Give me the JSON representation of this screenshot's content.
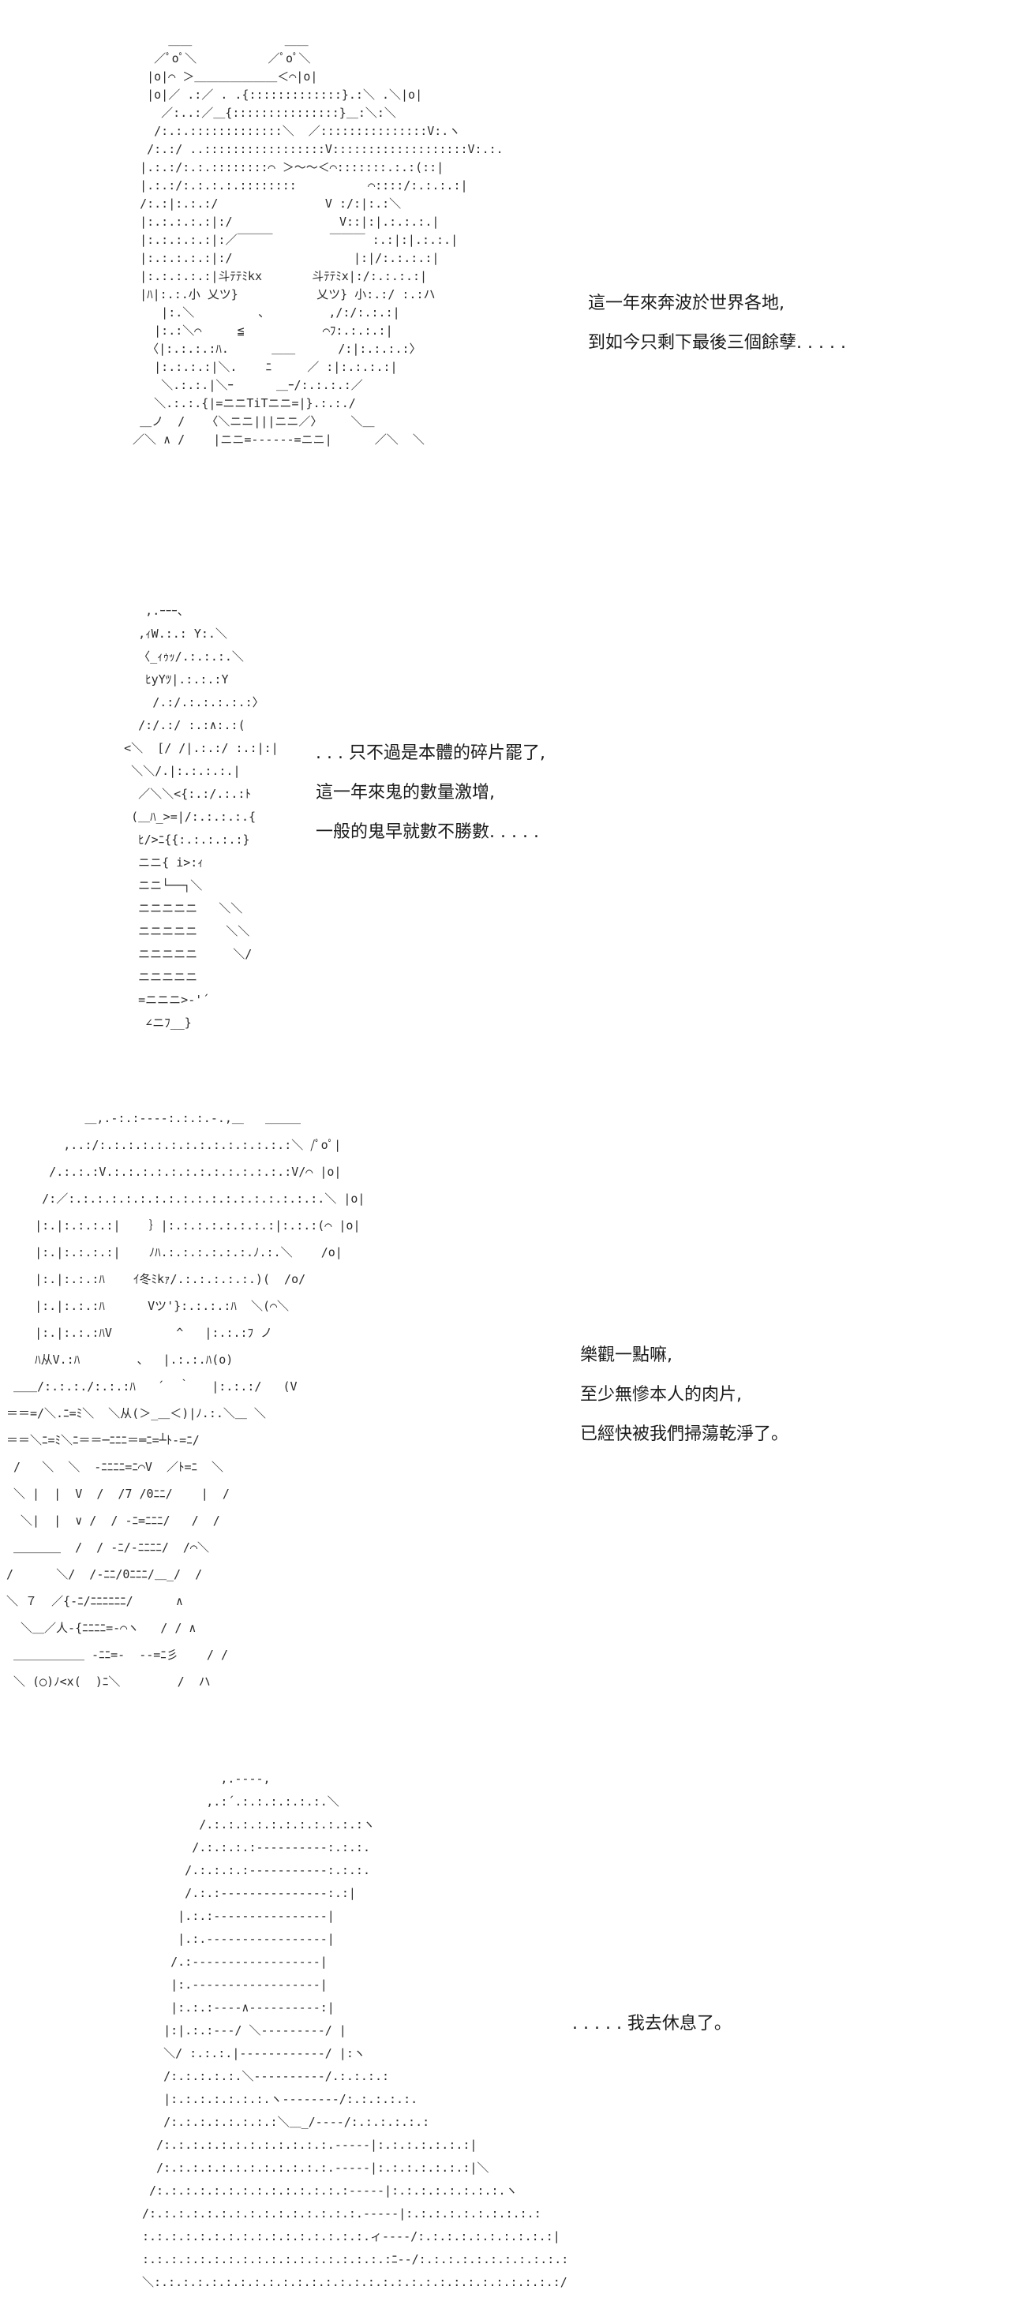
{
  "panels": [
    {
      "art": "       ＿＿             ＿＿\n     ／ﾟoﾟ＼          ／ﾟoﾟ＼\n    |o|⌒ ＞＿＿＿＿＿＿＿＜⌒|o|\n    |o|／ .:／ . .{:::::::::::::}.:＼ .＼|o|\n      ／:..:／＿{:::::::::::::::}＿:＼:＼\n     /:.:.:::::::::::::＼  ／:::::::::::::::V:.ヽ\n    /:.:/ ..:::::::::::::::::V:::::::::::::::::::V:.:.\n   |.:.:/:.:.::::::::⌒ ＞～～＜⌒:::::::.:.:(::|\n   |.:.:/:.:.:.:.::::::::          ⌒::::/:.:.:.:|\n   /:.:|:.:.:/               V :/:|:.:＼\n   |:.:.:.:.:|:/               V::|:|.:.:.:.|\n   |:.:.:.:.:|:／￣￣￣        ￣￣￣ :.:|:|.:.:.|\n   |:.:.:.:.:|:/                 |:|/:.:.:.:|\n   |:.:.:.:.:|斗ﾃﾃﾐkx       斗ﾃﾃﾐx|:/:.:.:.:|\n   |ﾊ|:.:.小 乂ツ}           乂ツ} 小:.:/ :.:ハ\n      |:.＼         ､         ,/:/:.:.:|\n     |:.:＼⌒     ≦           ⌒ﾌ:.:.:.:|\n    〈|:.:.:.:ﾊ.      ＿＿      /:|:.:.:.:〉\n     |:.:.:.:|＼.    ﾆ     ／ :|:.:.:.:|\n      ＼.:.:.|＼ｰ      ＿ｰ/:.:.:.:／\n     ＼.:.:.{|=ニニTiTニニ=|}.:.:./\n   ＿ノ  /   〈＼ニニ|||ニニ／〉    ＼＿\n  ／＼ ∧ /    |ニニ=‐‐‐‐‐‐=ニニ|      ／＼  ＼",
      "art_font": 15,
      "lines": [
        "這一年來奔波於世界各地,",
        "到如今只剩下最後三個餘孽. . . . ."
      ]
    },
    {
      "art": "      ,.ｰｰｰ、\n     ,ｨW.:.: Y:.＼\n     〈_ｨｩｯ/.:.:.:.＼\n      ﾋyYﾂ|.:.:.:Y\n       /.:/.:.:.:.:.:〉\n     /:/.:/ :.:∧:.:(\n   <＼  [/ /|.:.:/ :.:|:|\n    ＼＼/.|:.:.:.:.|\n     ／＼＼<{:.:/.:.:ﾄ\n    (＿ﾊ_>=|/:.:.:.:.{\n     ﾋ/>ﾆ{{:.:.:.:.:}\n     ニニ{ i>:ｨ\n     ニニ└──┐＼\n     ニニニニニ   ＼＼\n     ニニニニニ    ＼＼\n     ニニニニニ     ＼/\n     ニニニニニ\n     =ニニニ>‐'´\n      ∠ニﾌ__}",
      "art_font": 15,
      "lines": [
        ". . . 只不過是本體的碎片罷了,",
        "這一年來鬼的數量激增,",
        "一般的鬼早就數不勝數. . . . ."
      ]
    },
    {
      "art": "           ＿,.-:.:-‐‐‐:.:.:.-.,＿   ＿＿＿\n        ,..:/:.:.:.:.:.:.:.:.:.:.:.:.:.:＼ /ﾟoﾟ|\n      /.:.:.:V.:.:.:.:.:.:.:.:.:.:.:.:.:V/⌒ |o|\n     /:／:.:.:.:.:.:.:.:.:.:.:.:.:.:.:.:.:.:.＼ |o|\n    |:.|:.:.:.:|    ｝|:.:.:.:.:.:.:.:|:.:.:(⌒ |o|\n    |:.|:.:.:.:|    ﾉﾊ.:.:.:.:.:.:.ﾉ.:.＼    /o|\n    |:.|:.:.:ﾊ    ｲ冬ﾐkｧ/.:.:.:.:.:.)(  /o/\n    |:.|:.:.:ﾊ      Vツ'}:.:.:.:ﾊ  ＼(⌒＼\n    |:.|:.:.:ﾊV         ^   |:.:.:ﾌ ノ\n    ﾊ从V.:ﾊ        、  |.:.:.ﾊ(o)\n ＿＿/:.:.:./:.:.:ﾊ   ´  ｀   |:.:.:/   (V\n＝＝=/＼.ﾆ=ﾐ＼  ＼从(＞_＿＜)|ﾉ.:.＼＿ ＼\n＝＝＼ﾆ=ﾐ＼ﾆ＝＝─ﾆﾆﾆ＝═ﾆ=┴ﾄ-=ﾆ/\n /   ＼  ＼  -ﾆﾆﾆﾆ=ﾆ⌒V  ／ﾄ=ﾆ  ＼\n ＼ |  |  V  /  /7 /0ﾆﾆ/    |  /\n  ＼|  |  ∨ /  / -ﾆ=ﾆﾆﾆ/   /  /\n ＿＿＿＿  /  / -ﾆ/-ﾆﾆﾆﾆ/  /⌒＼\n/      ＼/  /-ﾆﾆ/0ﾆﾆﾆ/＿_/  /\n＼ ７  ／{-ﾆ/ﾆﾆﾆﾆﾆﾆ/      ∧\n  ＼＿／人-{ﾆﾆﾆﾆ=-⌒ヽ   / / ∧\n ＿＿＿＿＿＿ -ﾆﾆ=-  -‐=ﾆ彡    / /\n ＼ (◯)ﾉ<x(  )ﾆ＼        /  ハ",
      "art_font": 15,
      "lines": [
        "樂觀一點嘛,",
        "至少無慘本人的肉片,",
        "已經快被我們掃蕩乾淨了。"
      ]
    },
    {
      "art": "           ,.-‐‐-,\n         ,.:´.:.:.:.:.:.:.＼\n        /.:.:.:.:.:.:.:.:.:.:.:ヽ\n       /.:.:.:.:‐‐‐‐‐‐‐‐‐‐:.:.:.\n      /.:.:.:.:‐‐‐‐‐‐‐‐‐‐‐:.:.:.\n      /.:.:‐‐‐‐‐‐‐‐‐‐‐‐‐‐‐:.:|\n     |.:.:‐‐‐‐‐‐‐‐‐‐‐‐‐‐‐‐|\n     |.:.‐‐‐‐‐‐‐‐‐‐‐‐‐‐‐‐‐|\n    /.:‐‐‐‐‐‐‐‐‐‐‐‐‐‐‐‐‐‐|\n    |:.‐‐‐‐‐‐‐‐‐‐‐‐‐‐‐‐‐‐|\n    |:.:.:‐‐‐‐∧‐‐‐‐‐‐‐‐‐‐:|\n   |:|.:.:‐‐‐/ ＼‐‐‐‐‐‐‐‐‐/ |\n   ＼/ :.:.:.|‐‐‐‐‐‐‐‐‐‐‐‐/ |:ヽ\n   /:.:.:.:.:.＼‐‐‐‐‐‐‐‐‐‐/.:.:.:.:\n   |:.:.:.:.:.:.:.ヽ‐‐‐‐‐‐‐‐/:.:.:.:.:.\n   /:.:.:.:.:.:.:.:＼＿_/‐‐‐‐/:.:.:.:.:.:\n  /:.:.:.:.:.:.:.:.:.:.:.:.‐‐‐‐‐|:.:.:.:.:.:.:|\n  /:.:.:.:.:.:.:.:.:.:.:.:.‐‐‐‐‐|:.:.:.:.:.:.:|＼\n /:.:.:.:.:.:.:.:.:.:.:.:.:.:‐‐‐‐‐|:.:.:.:.:.:.:.:.ヽ\n/:.:.:.:.:.:.:.:.:.:.:.:.:.:.:.‐‐‐‐‐|:.:.:.:.:.:.:.:.:.:\n:.:.:.:.:.:.:.:.:.:.:.:.:.:.:.:.ィ‐‐‐‐/:.:.:.:.:.:.:.:.:.:|\n:.:.:.:.:.:.:.:.:.:.:.:.:.:.:.:.:.:ﾆ‐‐/:.:.:.:.:.:.:.:.:.:.:\n＼:.:.:.:.:.:.:.:.:.:.:.:.:.:.:.:.:.:.:.:.:.:.:.:.:.:.:.:.:/",
      "art_font": 15,
      "lines": [
        ". . . . . 我去休息了。"
      ]
    }
  ]
}
